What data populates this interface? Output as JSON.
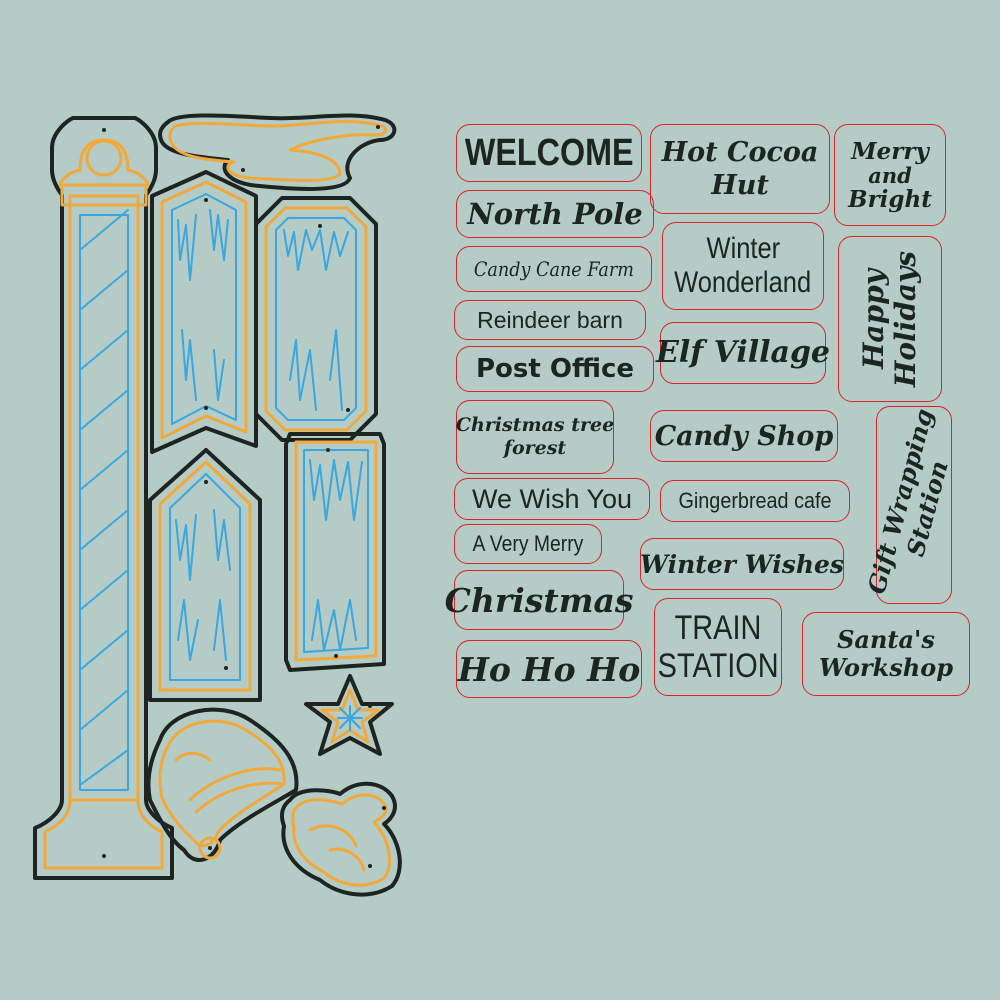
{
  "stamps": {
    "welcome": "WELCOME",
    "hot_cocoa": "Hot Cocoa",
    "hut": "Hut",
    "merry": "Merry",
    "and": "and",
    "bright": "Bright",
    "north_pole": "North Pole",
    "winter": "Winter",
    "wonderland": "Wonderland",
    "candy_cane_farm": "Candy Cane Farm",
    "happy": "Happy",
    "holidays": "Holidays",
    "reindeer_barn": "Reindeer barn",
    "elf_village": "Elf Village",
    "post_office": "Post Office",
    "christmas_tree": "Christmas tree",
    "forest": "forest",
    "candy_shop": "Candy Shop",
    "gift_wrapping": "Gift Wrapping",
    "station_gift": "Station",
    "we_wish_you": "We Wish You",
    "gingerbread_cafe": "Gingerbread cafe",
    "a_very_merry": "A Very Merry",
    "winter_wishes": "Winter Wishes",
    "christmas": "Christmas",
    "train": "TRAIN",
    "station": "STATION",
    "santas": "Santa's",
    "workshop": "Workshop",
    "ho_ho_ho": "Ho Ho Ho"
  },
  "colors": {
    "background": "#b5cbc6",
    "die_orange": "#f2a93b",
    "die_blue": "#3aa7e0",
    "outline": "#1e2422",
    "stamp_red": "#d8242a"
  }
}
